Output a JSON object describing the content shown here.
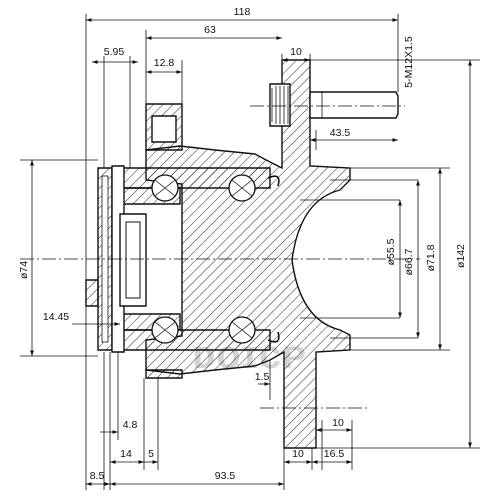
{
  "drawing": {
    "watermark": "ᴅᴏɪᴄᴘ",
    "dimensions": {
      "overall_width": "118",
      "flange_to_face": "63",
      "flange_thickness_top": "10",
      "offset_left": "5.95",
      "pilot_length": "12.8",
      "stud_spec": "5-M12X1.5",
      "stud_length": "43.5",
      "dia_74": "ø74",
      "dia_55_5": "ø55.5",
      "dia_66_7": "ø66.7",
      "dia_71_8": "ø71.8",
      "dia_142": "ø142",
      "step_14_45": "14.45",
      "small_1_5": "1.5",
      "seal_4_8": "4.8",
      "width_14": "14",
      "width_5": "5",
      "width_8_5": "8.5",
      "width_93_5": "93.5",
      "flange_10_bottom": "10",
      "flange_10_right": "10",
      "width_16_5": "16.5"
    }
  }
}
